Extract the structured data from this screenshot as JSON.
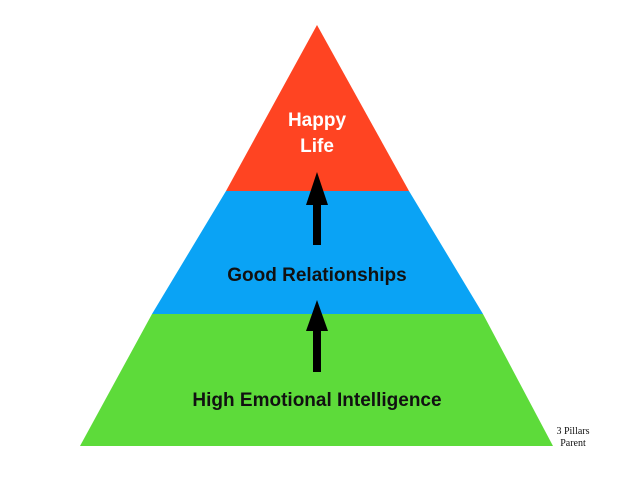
{
  "diagram": {
    "type": "pyramid",
    "layers": [
      {
        "name": "top",
        "lines": [
          "Happy",
          "Life"
        ],
        "color": "#ff4422",
        "text_color": "#ffffff"
      },
      {
        "name": "middle",
        "lines": [
          "Good Relationships"
        ],
        "color": "#0aa3f5",
        "text_color": "#111111"
      },
      {
        "name": "bottom",
        "lines": [
          "High Emotional Intelligence"
        ],
        "color": "#5ddb3a",
        "text_color": "#111111"
      }
    ],
    "arrows": [
      {
        "from": "bottom",
        "to": "middle",
        "direction": "up",
        "color": "#000000"
      },
      {
        "from": "middle",
        "to": "top",
        "direction": "up",
        "color": "#000000"
      }
    ]
  },
  "watermark": {
    "line1": "3 Pillars",
    "line2": "Parent"
  }
}
